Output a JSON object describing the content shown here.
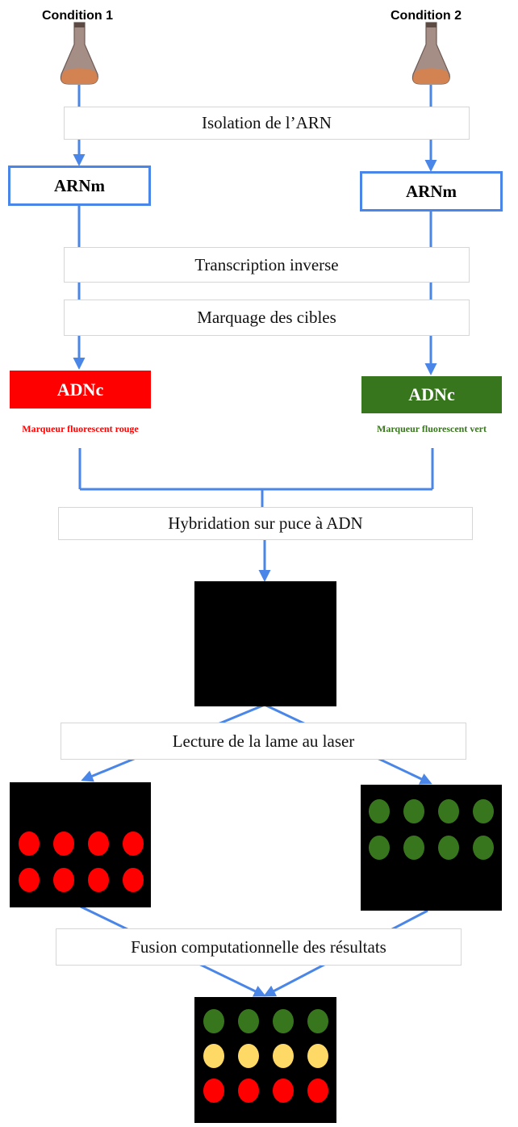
{
  "condition1": "Condition 1",
  "condition2": "Condition 2",
  "steps": {
    "isolation": "Isolation de l’ARN",
    "transcription": "Transcription inverse",
    "marquage": "Marquage des cibles",
    "hybridation": "Hybridation sur puce à ADN",
    "lecture": "Lecture de la lame au laser",
    "fusion": "Fusion computationnelle des résultats"
  },
  "mrna_label": "ARNm",
  "cdna_label": "ADNc",
  "marker_red": "Marqueur fluorescent rouge",
  "marker_green": "Marqueur fluorescent vert",
  "colors": {
    "arrow": "#4a86e8",
    "red": "#ff0000",
    "green": "#38761d",
    "yellow": "#ffd966",
    "panel": "#000000"
  },
  "red_array": {
    "rows": 2,
    "cols": 4,
    "colors": [
      "red",
      "red"
    ]
  },
  "green_array": {
    "rows": 2,
    "cols": 4,
    "colors": [
      "green",
      "green"
    ]
  },
  "merged_array": {
    "rows": 3,
    "cols": 4,
    "colors": [
      "green",
      "yellow",
      "red"
    ]
  }
}
